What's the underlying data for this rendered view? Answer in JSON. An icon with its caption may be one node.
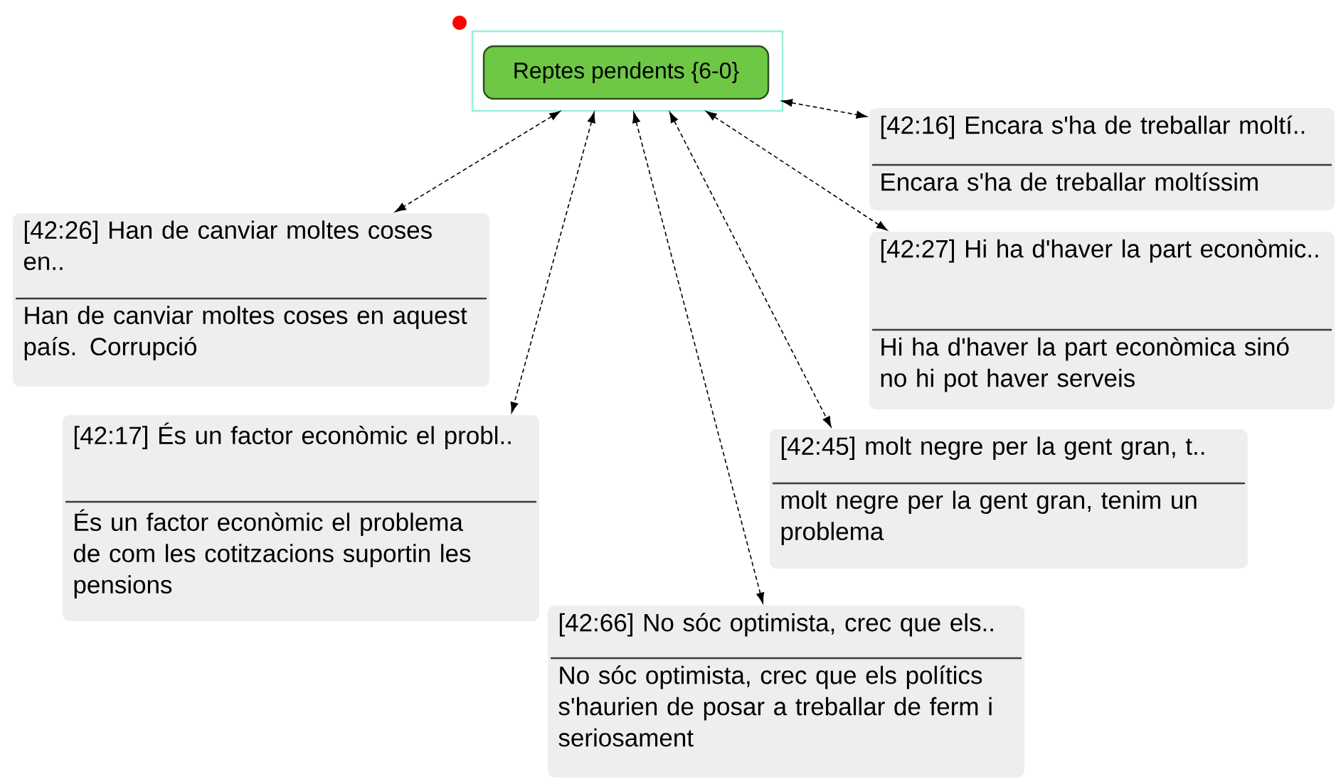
{
  "diagram": {
    "nodes": [
      {
        "text": [
          "Reptes pendents {6-0}"
        ]
      },
      {
        "text": [
          "[42:16] Encara s'ha de treballar moltí..",
          "Encara s'ha de treballar moltíssim"
        ]
      },
      {
        "text": [
          "[42:26] Han de canviar moltes coses en..",
          "Han de canviar moltes coses en aquest país. Corrupció"
        ]
      },
      {
        "text": [
          "[42:27] Hi ha d'haver la part econòmic..",
          "Hi ha d'haver la part econòmica sinó no hi pot haver serveis"
        ]
      },
      {
        "text": [
          "[42:17] És un factor econòmic el probl..",
          "És un factor econòmic el problema de com les cotitzacions suportin les pensions"
        ]
      },
      {
        "text": [
          "[42:45] molt negre per la gent gran, t..",
          "molt negre per la gent gran, tenim un problema"
        ]
      },
      {
        "text": [
          "[42:66] No sóc optimista, crec que els..",
          "No sóc optimista, crec que els polítics s'haurien de posar a treballar de ferm i seriosament"
        ]
      }
    ],
    "edges": [
      {
        "from": 0,
        "to": 1,
        "arrow": "both",
        "style": "dashed"
      },
      {
        "from": 0,
        "to": 2,
        "arrow": "both",
        "style": "dashed"
      },
      {
        "from": 0,
        "to": 3,
        "arrow": "both",
        "style": "dashed"
      },
      {
        "from": 0,
        "to": 4,
        "arrow": "both",
        "style": "dashed"
      },
      {
        "from": 0,
        "to": 5,
        "arrow": "both",
        "style": "dashed"
      },
      {
        "from": 0,
        "to": 6,
        "arrow": "both",
        "style": "dashed"
      }
    ]
  }
}
